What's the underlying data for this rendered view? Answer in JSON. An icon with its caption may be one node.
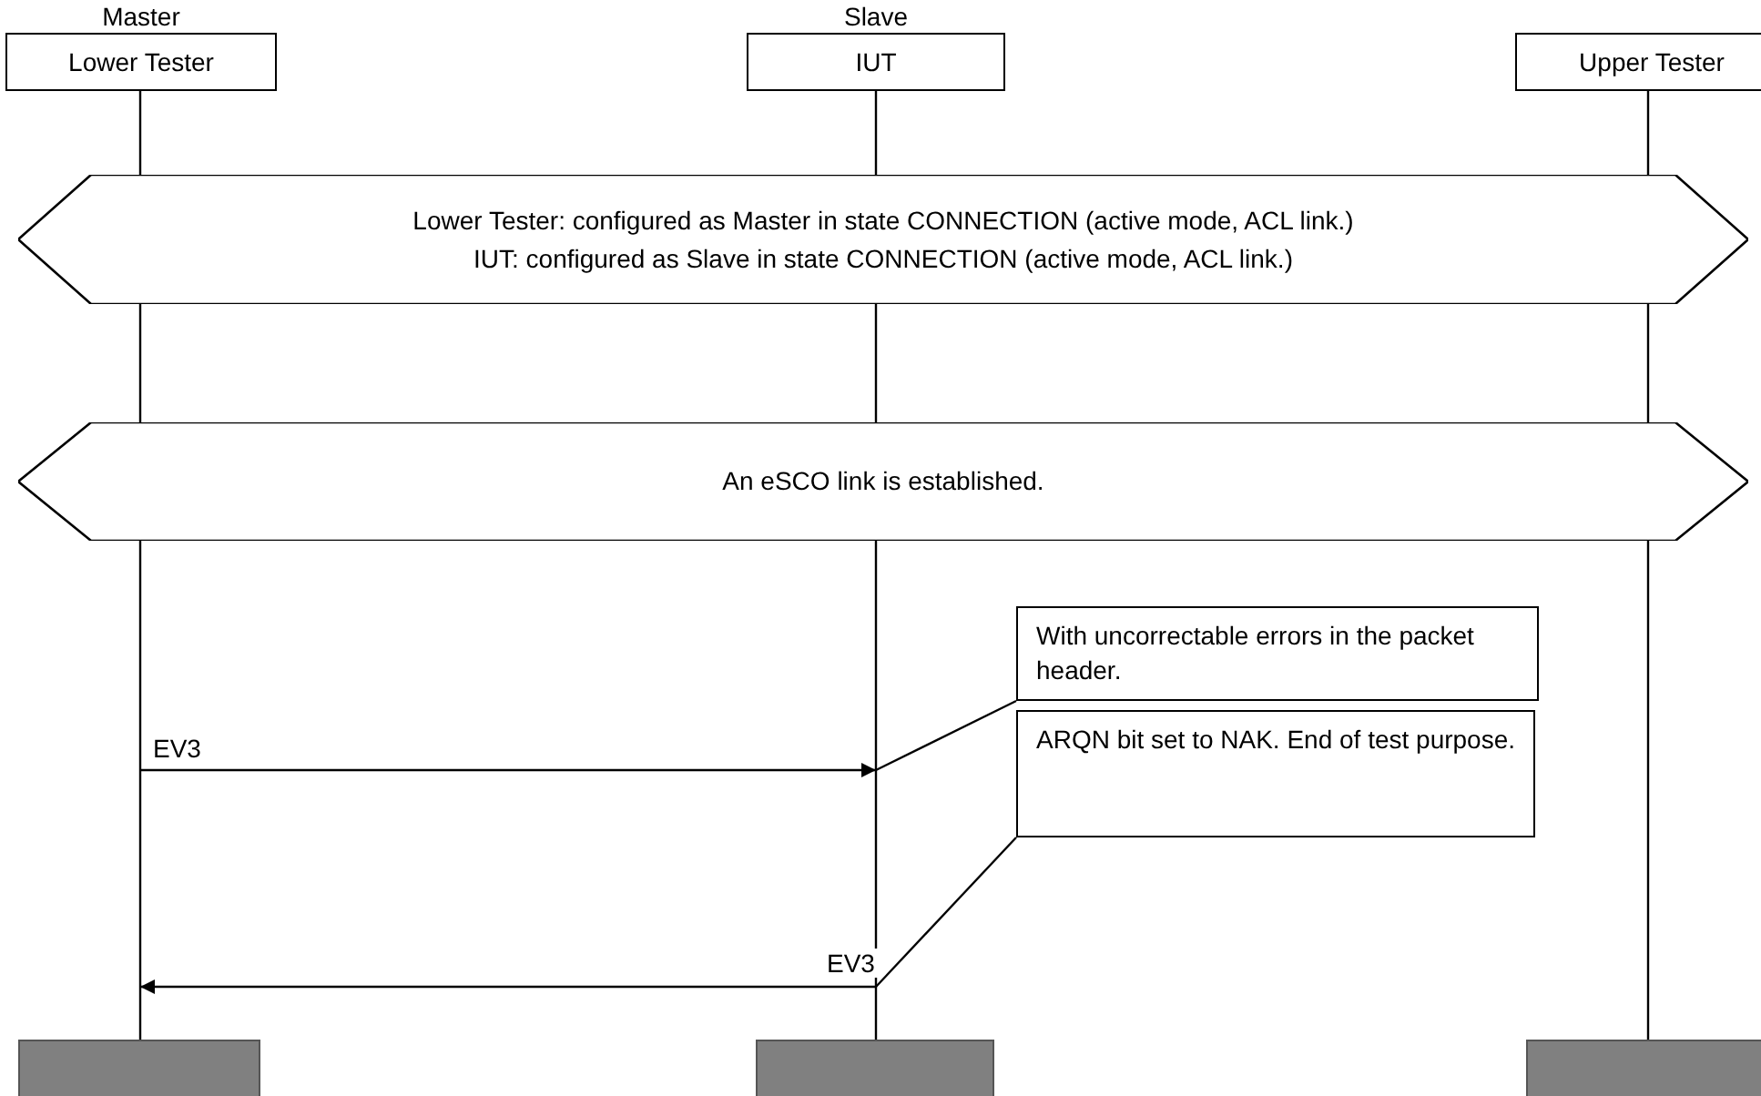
{
  "diagram": {
    "nodes": [
      {
        "text": [
          "Lower Tester"
        ],
        "beside": [
          "Master"
        ]
      },
      {
        "text": [
          "IUT"
        ],
        "beside": [
          "Slave"
        ]
      },
      {
        "text": [
          "Upper Tester"
        ]
      },
      {
        "text": [
          "Lower Tester: configured as Master in state CONNECTION (active mode, ACL link.)",
          "IUT: configured as Slave in state CONNECTION (active mode, ACL link.)"
        ]
      },
      {
        "text": [
          "An eSCO link is established."
        ]
      },
      {
        "text": [
          "With uncorrectable errors in the packet header."
        ]
      },
      {
        "text": [
          "ARQN bit set to NAK. End of test purpose."
        ]
      },
      {
        "text": [],
        "shape": "bar"
      },
      {
        "text": [],
        "shape": "bar"
      },
      {
        "text": [],
        "shape": "bar"
      }
    ],
    "edges": [
      {
        "from": 0,
        "to": 1,
        "arrow": "to",
        "label": "EV3"
      },
      {
        "from": 1,
        "to": 0,
        "arrow": "to",
        "label": "EV3"
      },
      {
        "from": 5,
        "to": 1,
        "arrow": "none"
      },
      {
        "from": 6,
        "to": 1,
        "arrow": "none"
      }
    ]
  }
}
